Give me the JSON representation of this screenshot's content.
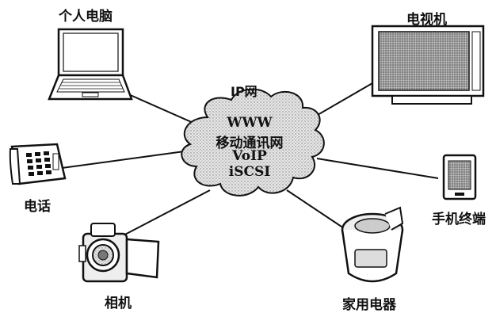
{
  "diagram": {
    "network_label": "IP网",
    "cloud_lines": [
      "WWW",
      "移动通讯网",
      "VoIP",
      "iSCSI"
    ],
    "devices": {
      "pc": "个人电脑",
      "tv": "电视机",
      "phone": "电话",
      "mobile": "手机终端",
      "camera": "相机",
      "appliance": "家用电器"
    }
  }
}
